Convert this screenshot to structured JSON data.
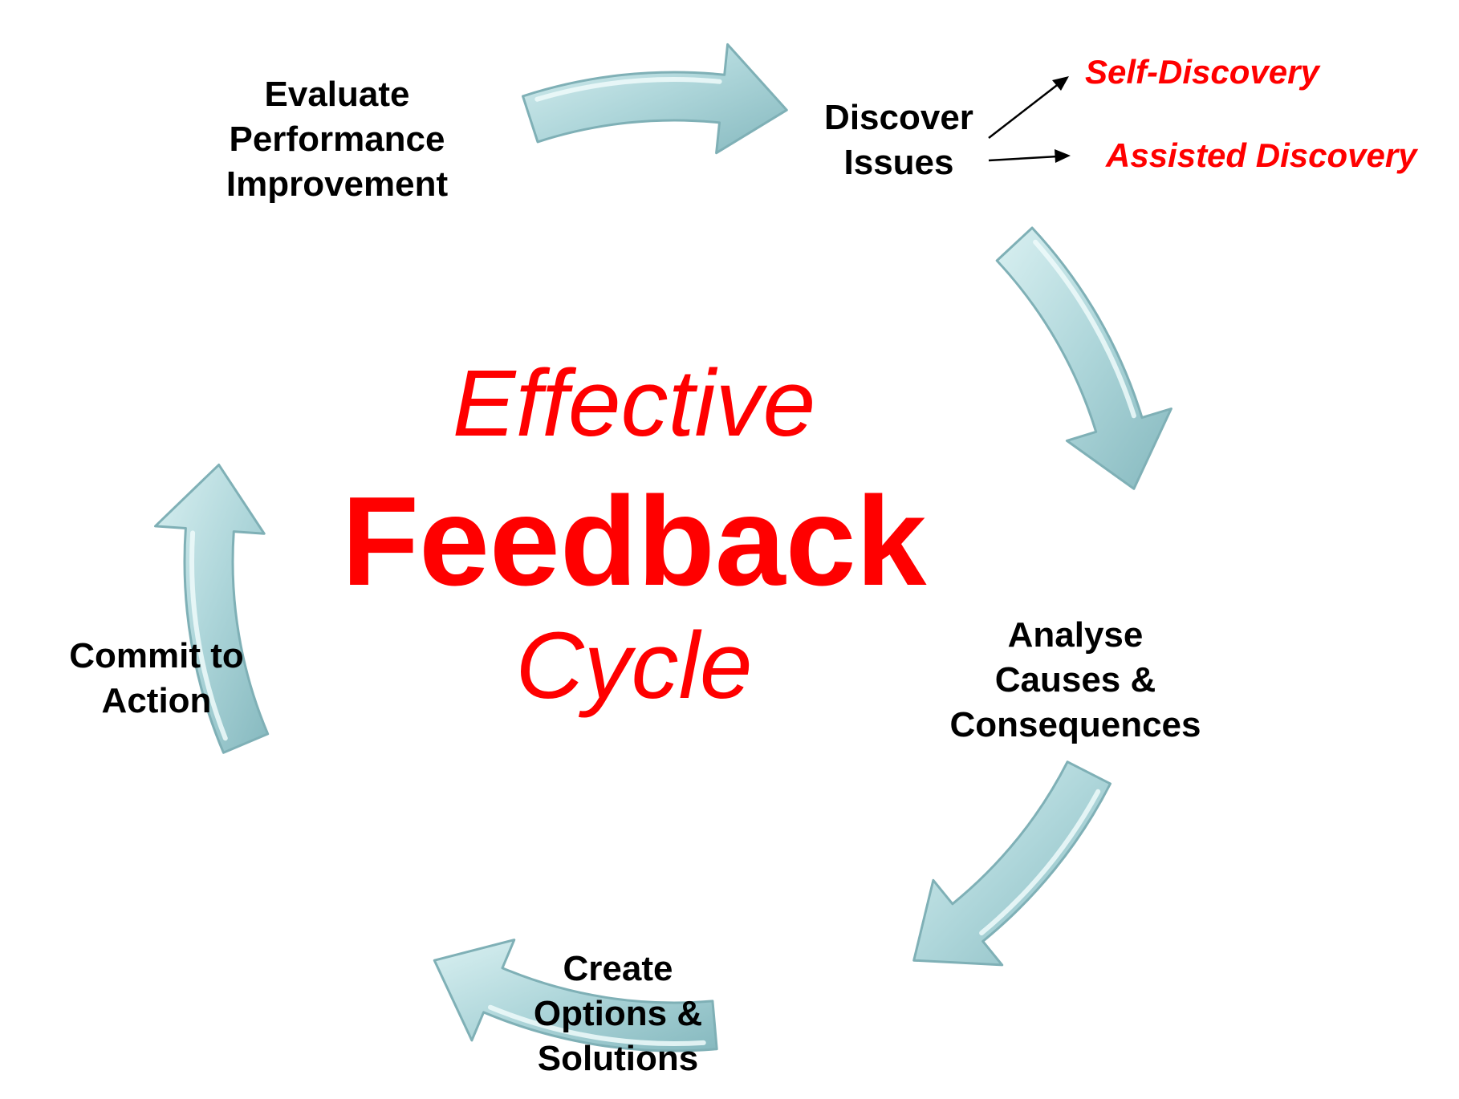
{
  "title": {
    "line1": "Effective",
    "line2": "Feedback",
    "line3": "Cycle"
  },
  "stages": [
    {
      "id": "evaluate",
      "lines": [
        "Evaluate",
        "Performance",
        "Improvement"
      ]
    },
    {
      "id": "discover",
      "lines": [
        "Discover",
        "Issues"
      ]
    },
    {
      "id": "analyse",
      "lines": [
        "Analyse",
        "Causes &",
        "Consequences"
      ]
    },
    {
      "id": "create",
      "lines": [
        "Create",
        "Options &",
        "Solutions"
      ]
    },
    {
      "id": "commit",
      "lines": [
        "Commit to",
        "Action"
      ]
    }
  ],
  "discovery_types": [
    "Self-Discovery",
    "Assisted Discovery"
  ],
  "colors": {
    "arrow_fill": "#b9dde0",
    "arrow_edge": "#7fb0b6",
    "accent": "#ff0000",
    "text": "#000000"
  }
}
